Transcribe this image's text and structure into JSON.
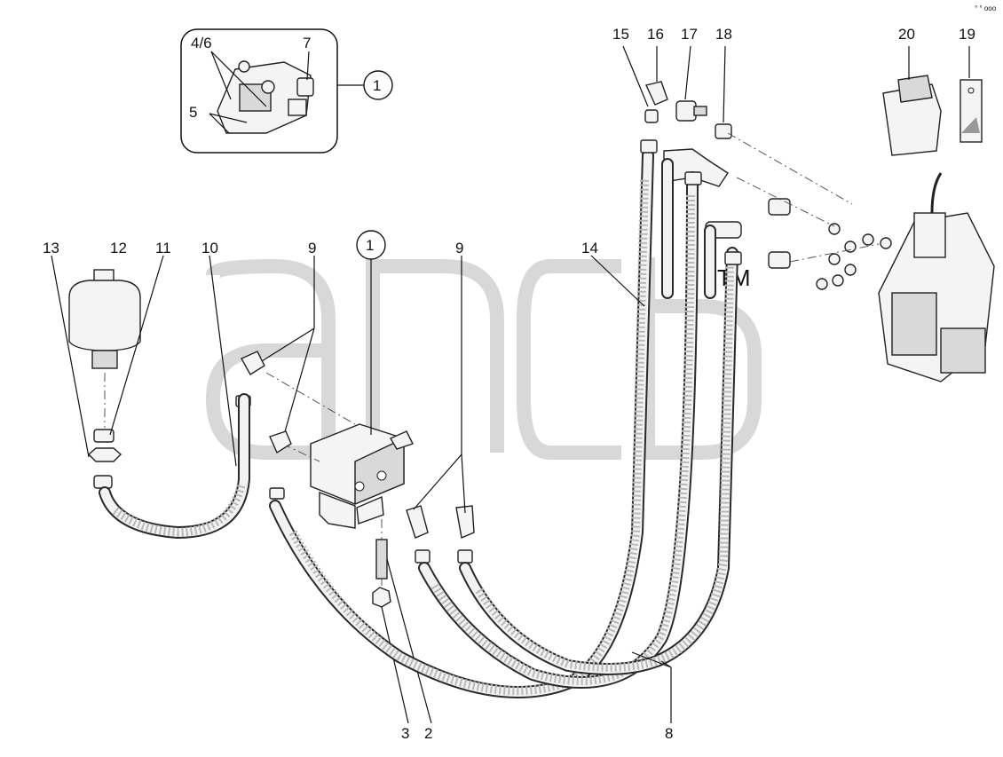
{
  "callouts": {
    "c1": "1",
    "c2": "2",
    "c3": "3",
    "c4_6": "4/6",
    "c5": "5",
    "c7": "7",
    "c8": "8",
    "c9a": "9",
    "c9b": "9",
    "c10": "10",
    "c11": "11",
    "c12": "12",
    "c13": "13",
    "c14": "14",
    "c15": "15",
    "c16": "16",
    "c17": "17",
    "c18": "18",
    "c19": "19",
    "c20": "20",
    "c1_block": "1"
  },
  "watermark": {
    "logo_text": "anc",
    "mark": "TM"
  },
  "corner_mark": "° ° ooo"
}
